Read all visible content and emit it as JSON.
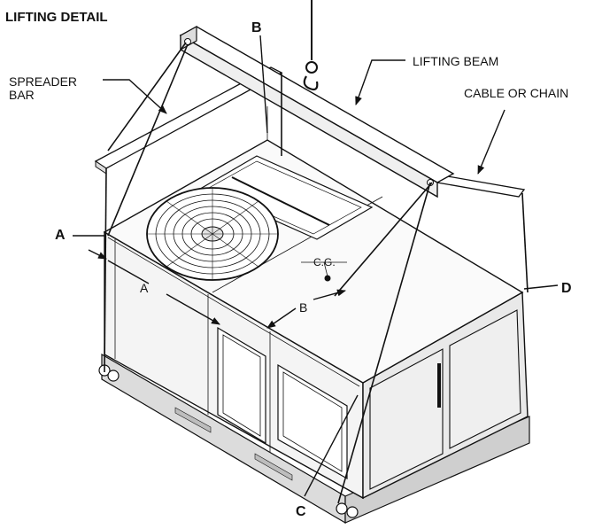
{
  "title": "LIFTING DETAIL",
  "labels": {
    "spreader_bar_line1": "SPREADER",
    "spreader_bar_line2": "BAR",
    "lifting_beam": "LIFTING BEAM",
    "cable_or_chain": "CABLE OR CHAIN",
    "cg": "C.G.",
    "a_bold": "A",
    "a_plain": "A",
    "b_bold": "B",
    "b_plain": "B",
    "c": "C",
    "d": "D"
  },
  "colors": {
    "line": "#111111",
    "panel_light": "#f4f4f4",
    "panel_mid": "#e9e9e9",
    "top_face": "#fafafa",
    "base": "#dcdcdc"
  },
  "icons": [
    "lifting-hook-icon",
    "condenser-fan-icon",
    "arrow-icon"
  ]
}
